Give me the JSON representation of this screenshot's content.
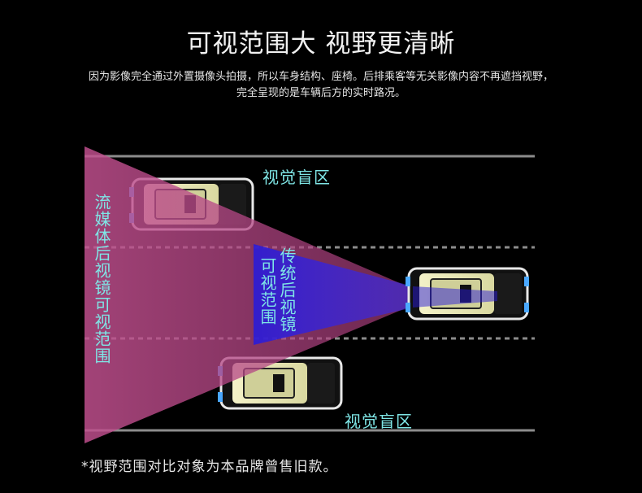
{
  "title": "可视范围大 视野更清晰",
  "description": {
    "line1": "因为影像完全通过外置摄像头拍摄，所以车身结构、座椅。后排乘客等无关影像内容不再遮挡视野，",
    "line2": "完全呈现的是车辆后方的实时路况。"
  },
  "labels": {
    "blind_spot_top": "视觉盲区",
    "blind_spot_bottom": "视觉盲区",
    "streaming_mirror_range": "流媒体后视镜可视范围",
    "traditional_mirror_range_line1": "传统后视镜",
    "traditional_mirror_range_line2": "可视范围"
  },
  "footnote": "*视野范围对比对象为本品牌曾售旧款。",
  "colors": {
    "background": "#000000",
    "pink_range": "#c2508f",
    "blue_range": "#2a1bd8",
    "cyan_text": "#7fe6e6",
    "lane_line": "#8c8c8c"
  }
}
